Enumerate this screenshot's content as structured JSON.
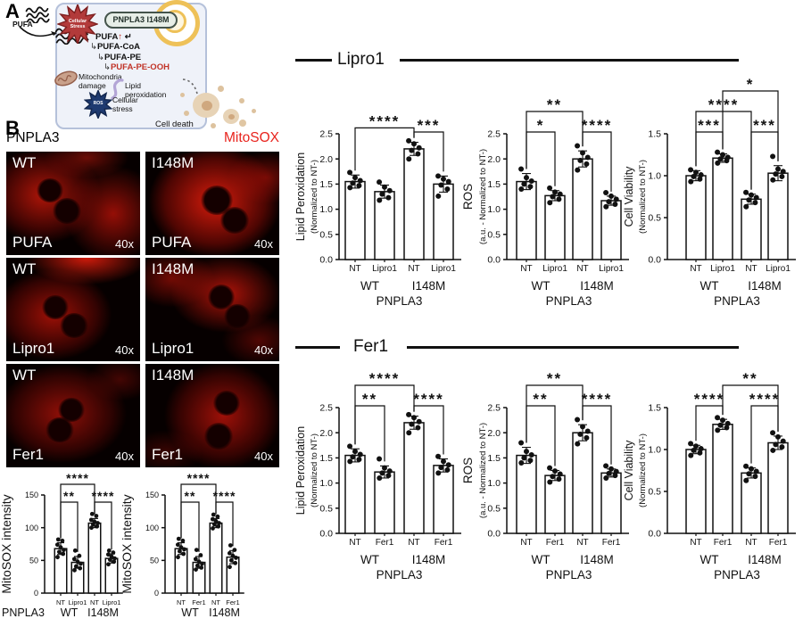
{
  "colors": {
    "mitosox_label": "#e8231d",
    "fluorescence_red": "#d01005",
    "diagram_box_bg": "#eff2f9",
    "diagram_box_border": "#b5c1da",
    "stress_burst_red": "#b23a3a",
    "ros_burst_navy": "#1e3a70",
    "cascade_red": "#c13327",
    "nucleus_ring_yellow": "#eec158",
    "cell_death_beige": "#e7d3b6"
  },
  "panel_a": {
    "label": "A",
    "pufa_label": "PUFA",
    "cellular_stress_burst": "Cellular Stress",
    "pnpla3_pill": "PNPLA3 I148M",
    "cascade_pufa": "PUFA",
    "cascade_items": [
      "PUFA-CoA",
      "PUFA-PE",
      "PUFA-PE-OOH"
    ],
    "mitochondria_label": "Mitochondria damage",
    "lipid_peroxidation_label": "Lipid peroxidation",
    "cellular_stress_label": "Cellular stress",
    "ros_burst": "ROS",
    "cell_death_label": "Cell death",
    "icons": {
      "up_arrow": "↑",
      "return_arrow": "↵",
      "hook_arrow": "↳"
    }
  },
  "panel_b": {
    "label": "B",
    "header_left": "PNPLA3",
    "header_right": "MitoSOX",
    "tiles": [
      {
        "genotype": "WT",
        "treatment": "PUFA",
        "mag": "40x"
      },
      {
        "genotype": "I148M",
        "treatment": "PUFA",
        "mag": "40x"
      },
      {
        "genotype": "WT",
        "treatment": "Lipro1",
        "mag": "40x"
      },
      {
        "genotype": "I148M",
        "treatment": "Lipro1",
        "mag": "40x"
      },
      {
        "genotype": "WT",
        "treatment": "Fer1",
        "mag": "40x"
      },
      {
        "genotype": "I148M",
        "treatment": "Fer1",
        "mag": "40x"
      }
    ]
  },
  "sections": [
    {
      "title": "Lipro1"
    },
    {
      "title": "Fer1"
    }
  ],
  "chart_data": [
    {
      "id": "mitosox-lipro1",
      "type": "bar",
      "ylabel": "MitoSOX intensity",
      "ylabel_sub": "",
      "ylim": [
        0,
        150
      ],
      "yticks": [
        "0",
        "50",
        "100",
        "150"
      ],
      "categories": [
        "NT",
        "Lipro1",
        "NT",
        "Lipro1"
      ],
      "group_labels": [
        "WT",
        "I148M"
      ],
      "axis_prefix": "PNPLA3",
      "values": [
        68,
        47,
        107,
        53
      ],
      "errors": [
        9,
        9,
        7,
        7
      ],
      "points": [
        [
          55,
          60,
          63,
          66,
          70,
          74,
          80,
          82
        ],
        [
          35,
          38,
          41,
          45,
          48,
          52,
          57,
          65
        ],
        [
          100,
          102,
          105,
          107,
          109,
          112,
          118,
          121
        ],
        [
          44,
          48,
          51,
          53,
          56,
          59,
          62,
          65
        ]
      ],
      "brackets": [
        {
          "from": 0,
          "to": 1,
          "label": "**",
          "level": 1
        },
        {
          "from": 0,
          "to": 2,
          "label": "****",
          "level": 2
        },
        {
          "from": 2,
          "to": 3,
          "label": "****",
          "level": 1
        }
      ]
    },
    {
      "id": "mitosox-fer1",
      "type": "bar",
      "ylabel": "MitoSOX intensity",
      "ylabel_sub": "",
      "ylim": [
        0,
        150
      ],
      "yticks": [
        "0",
        "50",
        "100",
        "150"
      ],
      "categories": [
        "NT",
        "Fer1",
        "NT",
        "Fer1"
      ],
      "group_labels": [
        "WT",
        "I148M"
      ],
      "axis_prefix": "",
      "values": [
        68,
        47,
        107,
        55
      ],
      "errors": [
        9,
        9,
        7,
        10
      ],
      "points": [
        [
          55,
          60,
          64,
          67,
          70,
          74,
          80,
          83
        ],
        [
          36,
          39,
          42,
          45,
          48,
          52,
          58,
          66
        ],
        [
          99,
          102,
          105,
          107,
          110,
          113,
          117,
          120
        ],
        [
          40,
          46,
          50,
          54,
          57,
          61,
          66,
          73
        ]
      ],
      "brackets": [
        {
          "from": 0,
          "to": 1,
          "label": "**",
          "level": 1
        },
        {
          "from": 0,
          "to": 2,
          "label": "****",
          "level": 2
        },
        {
          "from": 2,
          "to": 3,
          "label": "****",
          "level": 1
        }
      ]
    },
    {
      "id": "lipid-peroxidation-lipro1",
      "type": "bar",
      "ylabel": "Lipid Peroxidation",
      "ylabel_sub": "(Normalized to NT-)",
      "ylim": [
        0,
        2.5
      ],
      "yticks": [
        "0.0",
        "0.5",
        "1.0",
        "1.5",
        "2.0",
        "2.5"
      ],
      "categories": [
        "NT",
        "Lipro1",
        "NT",
        "Lipro1"
      ],
      "group_labels": [
        "WT",
        "I148M"
      ],
      "axis_prefix": "PNPLA3",
      "values": [
        1.55,
        1.35,
        2.2,
        1.5
      ],
      "errors": [
        0.13,
        0.13,
        0.13,
        0.16
      ],
      "points": [
        [
          1.43,
          1.47,
          1.52,
          1.57,
          1.63,
          1.73
        ],
        [
          1.18,
          1.23,
          1.3,
          1.37,
          1.44,
          1.54
        ],
        [
          2.0,
          2.1,
          2.17,
          2.22,
          2.3,
          2.36
        ],
        [
          1.26,
          1.4,
          1.48,
          1.55,
          1.6,
          1.66
        ]
      ],
      "brackets": [
        {
          "from": 0,
          "to": 2,
          "label": "****",
          "level": 1.2
        },
        {
          "from": 2,
          "to": 3,
          "label": "***",
          "level": 1
        }
      ]
    },
    {
      "id": "ros-lipro1",
      "type": "bar",
      "ylabel": "ROS",
      "ylabel_sub": "(a.u. - Normalized to NT-)",
      "ylim": [
        0,
        2.5
      ],
      "yticks": [
        "0.0",
        "0.5",
        "1.0",
        "1.5",
        "2.0",
        "2.5"
      ],
      "categories": [
        "NT",
        "Lipro1",
        "NT",
        "Lipro1"
      ],
      "group_labels": [
        "WT",
        "I148M"
      ],
      "axis_prefix": "PNPLA3",
      "values": [
        1.55,
        1.27,
        2.0,
        1.17
      ],
      "errors": [
        0.16,
        0.1,
        0.16,
        0.09
      ],
      "points": [
        [
          1.4,
          1.45,
          1.5,
          1.56,
          1.63,
          1.8
        ],
        [
          1.13,
          1.2,
          1.25,
          1.3,
          1.34,
          1.42
        ],
        [
          1.78,
          1.9,
          1.97,
          2.03,
          2.12,
          2.26
        ],
        [
          1.05,
          1.1,
          1.15,
          1.2,
          1.26,
          1.33
        ]
      ],
      "brackets": [
        {
          "from": 0,
          "to": 1,
          "label": "*",
          "level": 1
        },
        {
          "from": 0,
          "to": 2,
          "label": "**",
          "level": 2
        },
        {
          "from": 2,
          "to": 3,
          "label": "****",
          "level": 1
        }
      ]
    },
    {
      "id": "cell-viability-lipro1",
      "type": "bar",
      "ylabel": "Cell Viability",
      "ylabel_sub": "(Normalized to NT-)",
      "ylim": [
        0,
        1.5
      ],
      "yticks": [
        "0.0",
        "0.5",
        "1.0",
        "1.5"
      ],
      "categories": [
        "NT",
        "Lipro1",
        "NT",
        "Lipro1"
      ],
      "group_labels": [
        "WT",
        "I148M"
      ],
      "axis_prefix": "PNPLA3",
      "values": [
        1.0,
        1.21,
        0.72,
        1.03
      ],
      "errors": [
        0.06,
        0.05,
        0.06,
        0.09
      ],
      "points": [
        [
          0.93,
          0.96,
          0.99,
          1.01,
          1.04,
          1.07
        ],
        [
          1.15,
          1.18,
          1.2,
          1.22,
          1.25,
          1.28
        ],
        [
          0.63,
          0.68,
          0.71,
          0.74,
          0.77,
          0.8
        ],
        [
          0.95,
          0.99,
          1.02,
          1.05,
          1.08,
          1.23
        ]
      ],
      "brackets": [
        {
          "from": 0,
          "to": 1,
          "label": "***",
          "level": 1
        },
        {
          "from": 0,
          "to": 2,
          "label": "****",
          "level": 2
        },
        {
          "from": 2,
          "to": 3,
          "label": "***",
          "level": 1
        },
        {
          "from": 1,
          "to": 3,
          "label": "*",
          "level": 3
        }
      ]
    },
    {
      "id": "lipid-peroxidation-fer1",
      "type": "bar",
      "ylabel": "Lipid Peroxidation",
      "ylabel_sub": "(Normalized to NT-)",
      "ylim": [
        0,
        2.5
      ],
      "yticks": [
        "0.0",
        "0.5",
        "1.0",
        "1.5",
        "2.0",
        "2.5"
      ],
      "categories": [
        "NT",
        "Fer1",
        "NT",
        "Fer1"
      ],
      "group_labels": [
        "WT",
        "I148M"
      ],
      "axis_prefix": "PNPLA3",
      "values": [
        1.55,
        1.22,
        2.2,
        1.35
      ],
      "errors": [
        0.13,
        0.12,
        0.13,
        0.13
      ],
      "points": [
        [
          1.43,
          1.47,
          1.52,
          1.57,
          1.63,
          1.73
        ],
        [
          1.1,
          1.15,
          1.2,
          1.24,
          1.3,
          1.48
        ],
        [
          2.0,
          2.1,
          2.17,
          2.22,
          2.3,
          2.36
        ],
        [
          1.2,
          1.26,
          1.31,
          1.36,
          1.43,
          1.53
        ]
      ],
      "brackets": [
        {
          "from": 0,
          "to": 1,
          "label": "**",
          "level": 1
        },
        {
          "from": 0,
          "to": 2,
          "label": "****",
          "level": 2
        },
        {
          "from": 2,
          "to": 3,
          "label": "****",
          "level": 1
        }
      ]
    },
    {
      "id": "ros-fer1",
      "type": "bar",
      "ylabel": "ROS",
      "ylabel_sub": "(a.u. - Normalized to NT-)",
      "ylim": [
        0,
        2.5
      ],
      "yticks": [
        "0.0",
        "0.5",
        "1.0",
        "1.5",
        "2.0",
        "2.5"
      ],
      "categories": [
        "NT",
        "Fer1",
        "NT",
        "Fer1"
      ],
      "group_labels": [
        "WT",
        "I148M"
      ],
      "axis_prefix": "PNPLA3",
      "values": [
        1.55,
        1.15,
        2.0,
        1.2
      ],
      "errors": [
        0.16,
        0.1,
        0.16,
        0.08
      ],
      "points": [
        [
          1.4,
          1.45,
          1.5,
          1.56,
          1.63,
          1.8
        ],
        [
          1.02,
          1.08,
          1.13,
          1.18,
          1.24,
          1.3
        ],
        [
          1.78,
          1.9,
          1.97,
          2.03,
          2.12,
          2.26
        ],
        [
          1.1,
          1.15,
          1.19,
          1.23,
          1.28,
          1.34
        ]
      ],
      "brackets": [
        {
          "from": 0,
          "to": 1,
          "label": "**",
          "level": 1
        },
        {
          "from": 0,
          "to": 2,
          "label": "**",
          "level": 2
        },
        {
          "from": 2,
          "to": 3,
          "label": "****",
          "level": 1
        }
      ]
    },
    {
      "id": "cell-viability-fer1",
      "type": "bar",
      "ylabel": "Cell Viability",
      "ylabel_sub": "(Normalized to NT-)",
      "ylim": [
        0,
        1.5
      ],
      "yticks": [
        "0.0",
        "0.5",
        "1.0",
        "1.5"
      ],
      "categories": [
        "NT",
        "Fer1",
        "NT",
        "Fer1"
      ],
      "group_labels": [
        "WT",
        "I148M"
      ],
      "axis_prefix": "PNPLA3",
      "values": [
        1.0,
        1.3,
        0.72,
        1.08
      ],
      "errors": [
        0.05,
        0.06,
        0.06,
        0.08
      ],
      "points": [
        [
          0.93,
          0.96,
          0.99,
          1.01,
          1.04,
          1.07
        ],
        [
          1.23,
          1.26,
          1.29,
          1.31,
          1.35,
          1.38
        ],
        [
          0.63,
          0.68,
          0.71,
          0.74,
          0.77,
          0.8
        ],
        [
          0.99,
          1.03,
          1.06,
          1.1,
          1.15,
          1.2
        ]
      ],
      "brackets": [
        {
          "from": 0,
          "to": 1,
          "label": "****",
          "level": 1
        },
        {
          "from": 2,
          "to": 3,
          "label": "****",
          "level": 1
        },
        {
          "from": 1,
          "to": 3,
          "label": "**",
          "level": 2
        }
      ]
    }
  ]
}
